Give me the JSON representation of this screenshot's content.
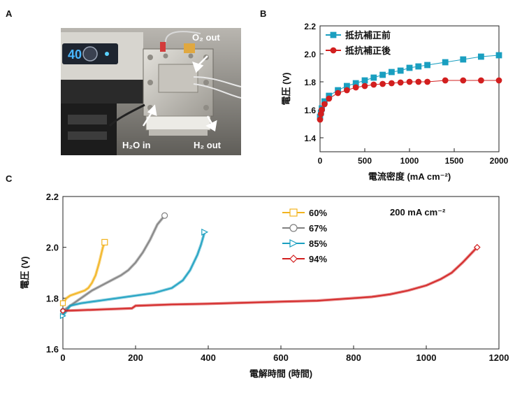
{
  "panels": {
    "a": "A",
    "b": "B",
    "c": "C"
  },
  "photo": {
    "labels": {
      "o2_out": "O₂ out",
      "h2o_in": "H₂O in",
      "h2_out": "H₂ out"
    },
    "display_reading": "40"
  },
  "colors": {
    "teal": "#1a9fc0",
    "red": "#d21f1f",
    "gold": "#f2b31e",
    "gray": "#808080"
  },
  "chart_data": [
    {
      "type": "line",
      "panel": "B",
      "xlabel": "電流密度 (mA cm⁻²)",
      "ylabel": "電圧 (V)",
      "xlim": [
        0,
        2000
      ],
      "ylim": [
        1.3,
        2.2
      ],
      "xticks": [
        0,
        500,
        1000,
        1500,
        2000
      ],
      "yticks": [
        1.4,
        1.6,
        1.8,
        2.0,
        2.2
      ],
      "ytick_labels": [
        "1.4",
        "1.6",
        "1.8",
        "2.0",
        "2.2"
      ],
      "legend_position": "top-left",
      "series": [
        {
          "name": "抵抗補正前",
          "marker": "square",
          "color": "#1a9fc0",
          "x": [
            0,
            10,
            20,
            50,
            100,
            200,
            300,
            400,
            500,
            600,
            700,
            800,
            900,
            1000,
            1100,
            1200,
            1400,
            1600,
            1800,
            2000
          ],
          "y": [
            1.55,
            1.58,
            1.61,
            1.66,
            1.7,
            1.74,
            1.77,
            1.79,
            1.81,
            1.83,
            1.85,
            1.87,
            1.88,
            1.9,
            1.91,
            1.92,
            1.94,
            1.96,
            1.98,
            1.99
          ]
        },
        {
          "name": "抵抗補正後",
          "marker": "circle",
          "color": "#d21f1f",
          "x": [
            0,
            10,
            20,
            50,
            100,
            200,
            300,
            400,
            500,
            600,
            700,
            800,
            900,
            1000,
            1100,
            1200,
            1400,
            1600,
            1800,
            2000
          ],
          "y": [
            1.53,
            1.57,
            1.6,
            1.64,
            1.68,
            1.72,
            1.74,
            1.76,
            1.77,
            1.78,
            1.785,
            1.79,
            1.795,
            1.8,
            1.8,
            1.8,
            1.81,
            1.81,
            1.81,
            1.81
          ]
        }
      ]
    },
    {
      "type": "line",
      "panel": "C",
      "annotation": "200 mA cm⁻²",
      "xlabel": "電解時間 (時間)",
      "ylabel": "電圧 (V)",
      "xlim": [
        0,
        1200
      ],
      "ylim": [
        1.6,
        2.2
      ],
      "xticks": [
        0,
        200,
        400,
        600,
        800,
        1000,
        1200
      ],
      "yticks": [
        1.6,
        1.8,
        2.0,
        2.2
      ],
      "ytick_labels": [
        "1.6",
        "1.8",
        "2.0",
        "2.2"
      ],
      "legend_position": "top-center",
      "series": [
        {
          "name": "60%",
          "marker": "square",
          "color": "#f2b31e",
          "x": [
            0,
            10,
            20,
            30,
            40,
            50,
            60,
            70,
            80,
            90,
            100,
            110,
            115
          ],
          "y": [
            1.78,
            1.8,
            1.81,
            1.815,
            1.82,
            1.825,
            1.83,
            1.84,
            1.86,
            1.89,
            1.94,
            2.0,
            2.02
          ]
        },
        {
          "name": "67%",
          "marker": "circle",
          "color": "#808080",
          "x": [
            0,
            20,
            40,
            60,
            80,
            100,
            120,
            140,
            160,
            180,
            200,
            220,
            240,
            260,
            280
          ],
          "y": [
            1.75,
            1.77,
            1.79,
            1.81,
            1.83,
            1.845,
            1.86,
            1.875,
            1.89,
            1.91,
            1.94,
            1.98,
            2.03,
            2.09,
            2.125
          ]
        },
        {
          "name": "85%",
          "marker": "triangle-right",
          "color": "#1a9fc0",
          "x": [
            0,
            20,
            50,
            100,
            150,
            200,
            250,
            300,
            330,
            350,
            370,
            380,
            390
          ],
          "y": [
            1.73,
            1.77,
            1.78,
            1.79,
            1.8,
            1.81,
            1.82,
            1.84,
            1.87,
            1.91,
            1.97,
            2.01,
            2.06
          ]
        },
        {
          "name": "94%",
          "marker": "diamond",
          "color": "#d21f1f",
          "x": [
            0,
            100,
            190,
            200,
            300,
            400,
            500,
            600,
            700,
            800,
            850,
            900,
            950,
            1000,
            1040,
            1070,
            1100,
            1120,
            1140
          ],
          "y": [
            1.75,
            1.755,
            1.76,
            1.77,
            1.775,
            1.778,
            1.782,
            1.786,
            1.79,
            1.8,
            1.805,
            1.815,
            1.83,
            1.85,
            1.875,
            1.9,
            1.94,
            1.97,
            2.0
          ]
        }
      ]
    }
  ]
}
